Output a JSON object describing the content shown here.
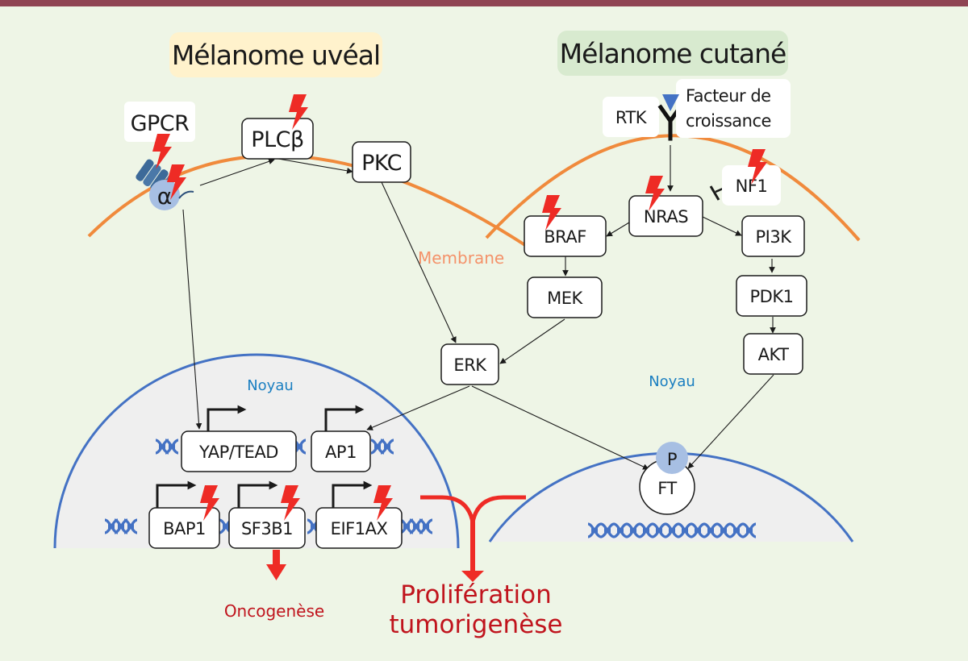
{
  "titles": {
    "uveal": "Mélanome uvéal",
    "cutane": "Mélanome cutané"
  },
  "colors": {
    "background": "#eef5e6",
    "top_bar": "#8f4453",
    "membrane": "#f08a3c",
    "membrane_label": "#f4926a",
    "nucleus_stroke": "#4472c4",
    "nucleus_fill": "#efefef",
    "nucleus_label": "#1b7fc1",
    "mutation": "#ee2b25",
    "outcome": "#c0141d",
    "phospho": "#a7bfe3",
    "uveal_title_bg": "#fff2cc",
    "cutane_title_bg": "#d8eacf"
  },
  "labels": {
    "membrane": "Membrane",
    "noyau_left": "Noyau",
    "noyau_right": "Noyau",
    "gpcr": "GPCR",
    "alpha": "α",
    "rtk": "RTK",
    "growth_factor_line1": "Facteur de",
    "growth_factor_line2": "croissance",
    "phospho": "P",
    "ft": "FT",
    "oncogenese": "Oncogenèse",
    "proliferation_line1": "Prolifération",
    "proliferation_line2": "tumorigenèse"
  },
  "nodes": {
    "plcb": {
      "label": "PLCβ",
      "mutated": true
    },
    "pkc": {
      "label": "PKC",
      "mutated": false
    },
    "nras": {
      "label": "NRAS",
      "mutated": true
    },
    "nf1": {
      "label": "NF1",
      "mutated": true
    },
    "braf": {
      "label": "BRAF",
      "mutated": true
    },
    "pi3k": {
      "label": "PI3K",
      "mutated": false
    },
    "mek": {
      "label": "MEK",
      "mutated": false
    },
    "pdk1": {
      "label": "PDK1",
      "mutated": false
    },
    "erk": {
      "label": "ERK",
      "mutated": false
    },
    "akt": {
      "label": "AKT",
      "mutated": false
    },
    "yap_tead": {
      "label": "YAP/TEAD",
      "mutated": false
    },
    "ap1": {
      "label": "AP1",
      "mutated": false
    },
    "bap1": {
      "label": "BAP1",
      "mutated": true
    },
    "sf3b1": {
      "label": "SF3B1",
      "mutated": true
    },
    "eif1ax": {
      "label": "EIF1AX",
      "mutated": true
    }
  },
  "edges": [
    {
      "from": "gpcr-alpha",
      "to": "plcb",
      "type": "activation"
    },
    {
      "from": "plcb",
      "to": "pkc",
      "type": "activation"
    },
    {
      "from": "pkc",
      "to": "erk",
      "type": "activation"
    },
    {
      "from": "gpcr-alpha",
      "to": "yap_tead",
      "type": "activation"
    },
    {
      "from": "rtk",
      "to": "nras",
      "type": "activation"
    },
    {
      "from": "nf1",
      "to": "nras",
      "type": "inhibition"
    },
    {
      "from": "nras",
      "to": "braf",
      "type": "activation"
    },
    {
      "from": "nras",
      "to": "pi3k",
      "type": "activation"
    },
    {
      "from": "braf",
      "to": "mek",
      "type": "activation"
    },
    {
      "from": "mek",
      "to": "erk",
      "type": "activation"
    },
    {
      "from": "pi3k",
      "to": "pdk1",
      "type": "activation"
    },
    {
      "from": "pdk1",
      "to": "akt",
      "type": "activation"
    },
    {
      "from": "erk",
      "to": "ap1",
      "type": "activation"
    },
    {
      "from": "erk",
      "to": "ft",
      "type": "activation"
    },
    {
      "from": "akt",
      "to": "ft",
      "type": "activation"
    }
  ]
}
